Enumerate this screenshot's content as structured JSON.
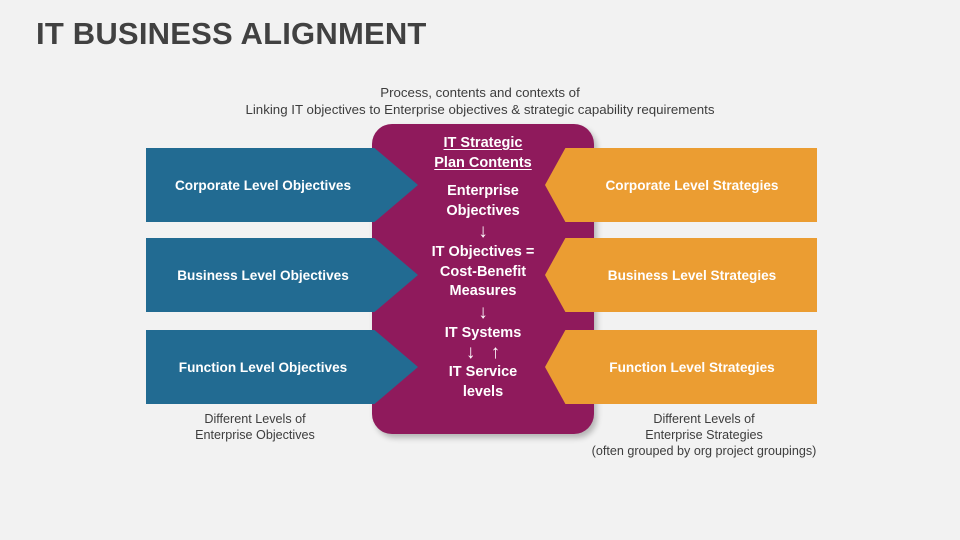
{
  "page_title": "IT Business Alignment",
  "subtitle": {
    "line1": "Process, contents and contexts of",
    "line2": "Linking IT objectives to Enterprise objectives & strategic capability requirements"
  },
  "center_panel": {
    "heading_line1": "IT Strategic",
    "heading_line2": "Plan Contents",
    "node1_line1": "Enterprise",
    "node1_line2": "Objectives",
    "arrow1": "↓",
    "node2_line1": "IT Objectives =",
    "node2_line2": "Cost-Benefit",
    "node2_line3": "Measures",
    "arrow2": "↓",
    "node3": "IT Systems",
    "arrow3": "↓ ↑",
    "node4_line1": "IT Service",
    "node4_line2": "levels",
    "color": "#8f1a5c"
  },
  "left_chevrons": [
    {
      "label": "Corporate Level Objectives"
    },
    {
      "label": "Business Level Objectives"
    },
    {
      "label": "Function Level Objectives"
    }
  ],
  "right_chevrons": [
    {
      "label": "Corporate Level Strategies"
    },
    {
      "label": "Business Level Strategies"
    },
    {
      "label": "Function Level Strategies"
    }
  ],
  "captions": {
    "left_line1": "Different Levels of",
    "left_line2": "Enterprise Objectives",
    "right_line1": "Different Levels of",
    "right_line2": "Enterprise Strategies",
    "right_line3": "(often grouped by org project groupings)"
  },
  "colors": {
    "background": "#f2f2f2",
    "title": "#414141",
    "left_chevron": "#226b92",
    "right_chevron": "#eb9d32",
    "center_panel": "#8f1a5c"
  }
}
